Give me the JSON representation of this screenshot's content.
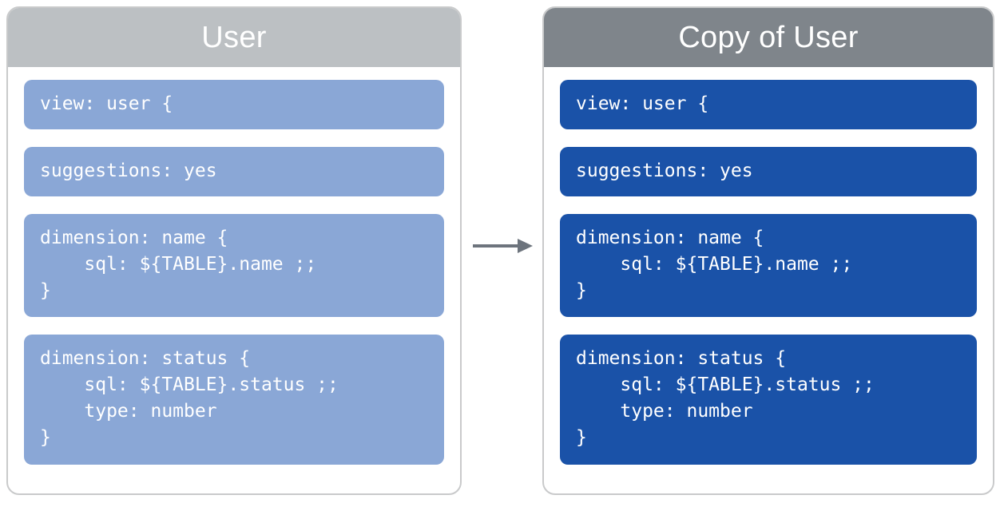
{
  "diagram": {
    "type": "before-after-copy",
    "arrow": {
      "name": "right-arrow",
      "color": "#6d747d",
      "direction": "left-to-right"
    },
    "panels": [
      {
        "id": "source",
        "title": "User",
        "header_color": "#bcc0c3",
        "block_color": "#8aa7d6",
        "blocks": [
          {
            "name": "view-declaration",
            "code": "view: user {"
          },
          {
            "name": "suggestions-parameter",
            "code": "suggestions: yes"
          },
          {
            "name": "dimension-name",
            "code": "dimension: name {\n    sql: ${TABLE}.name ;;\n}"
          },
          {
            "name": "dimension-status",
            "code": "dimension: status {\n    sql: ${TABLE}.status ;;\n    type: number\n}"
          }
        ]
      },
      {
        "id": "copy",
        "title": "Copy of User",
        "header_color": "#7f858b",
        "block_color": "#1a52a8",
        "blocks": [
          {
            "name": "view-declaration",
            "code": "view: user {"
          },
          {
            "name": "suggestions-parameter",
            "code": "suggestions: yes"
          },
          {
            "name": "dimension-name",
            "code": "dimension: name {\n    sql: ${TABLE}.name ;;\n}"
          },
          {
            "name": "dimension-status",
            "code": "dimension: status {\n    sql: ${TABLE}.status ;;\n    type: number\n}"
          }
        ]
      }
    ]
  }
}
